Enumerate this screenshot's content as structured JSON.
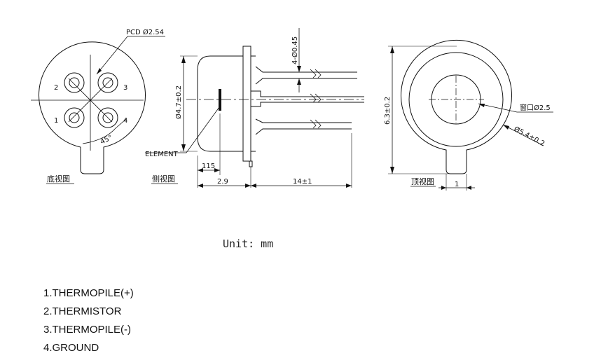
{
  "bottom_view": {
    "pcd_label": "PCD Ø2.54",
    "pin_numbers": [
      "1",
      "2",
      "3",
      "4"
    ],
    "angle_label": "45°",
    "caption": "底视图"
  },
  "side_view": {
    "diameter_label": "Ø4.7±0.2",
    "lead_label": "4-Ø0.45",
    "element_label": "ELEMENT",
    "dim_115": "115",
    "dim_29": "2.9",
    "dim_14": "14±1",
    "caption": "侧视图"
  },
  "top_view": {
    "height_label": "6.3±0.2",
    "window_label": "窗口Ø2.5",
    "outer_label": "Ø5.4±0.2",
    "tab_label": "1",
    "caption": "顶视图"
  },
  "unit_text": "Unit: mm",
  "pin_list": [
    "1.THERMOPILE(+)",
    "2.THERMISTOR",
    "3.THERMOPILE(-)",
    "4.GROUND"
  ]
}
